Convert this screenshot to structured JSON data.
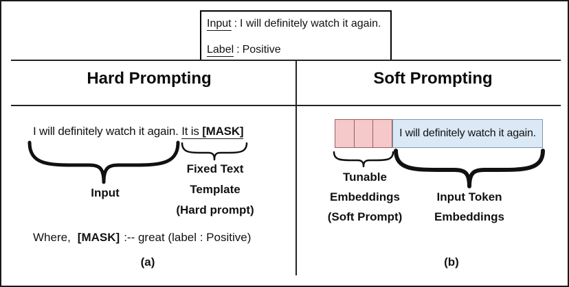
{
  "example_box": {
    "input_label": "Input",
    "sep": ":",
    "input_text": "I will definitely watch it again.",
    "label_label": "Label",
    "label_text": "Positive"
  },
  "columns": {
    "left": {
      "title": "Hard Prompting",
      "sentence_input": "I will definitely watch it again.",
      "template_words": "It is",
      "mask_token": "[MASK]",
      "input_brace_label": "Input",
      "template_label_line1": "Fixed Text",
      "template_label_line2": "Template",
      "template_label_line3": "(Hard prompt)",
      "where_prefix": "Where,",
      "where_mask": "[MASK]",
      "where_suffix": ":-- great (label : Positive)",
      "caption": "(a)"
    },
    "right": {
      "title": "Soft Prompting",
      "tunable_cell_count": 3,
      "token_text": "I will definitely watch it again.",
      "tunable_label_line1": "Tunable",
      "tunable_label_line2": "Embeddings",
      "tunable_label_line3": "(Soft Prompt)",
      "input_token_label_line1": "Input Token",
      "input_token_label_line2": "Embeddings",
      "caption": "(b)"
    }
  },
  "colors": {
    "pink_fill": "#f5c9c9",
    "pink_border": "#9b5c5c",
    "blue_fill": "#dbe9f6",
    "blue_border": "#8096ac",
    "line": "#222222"
  }
}
